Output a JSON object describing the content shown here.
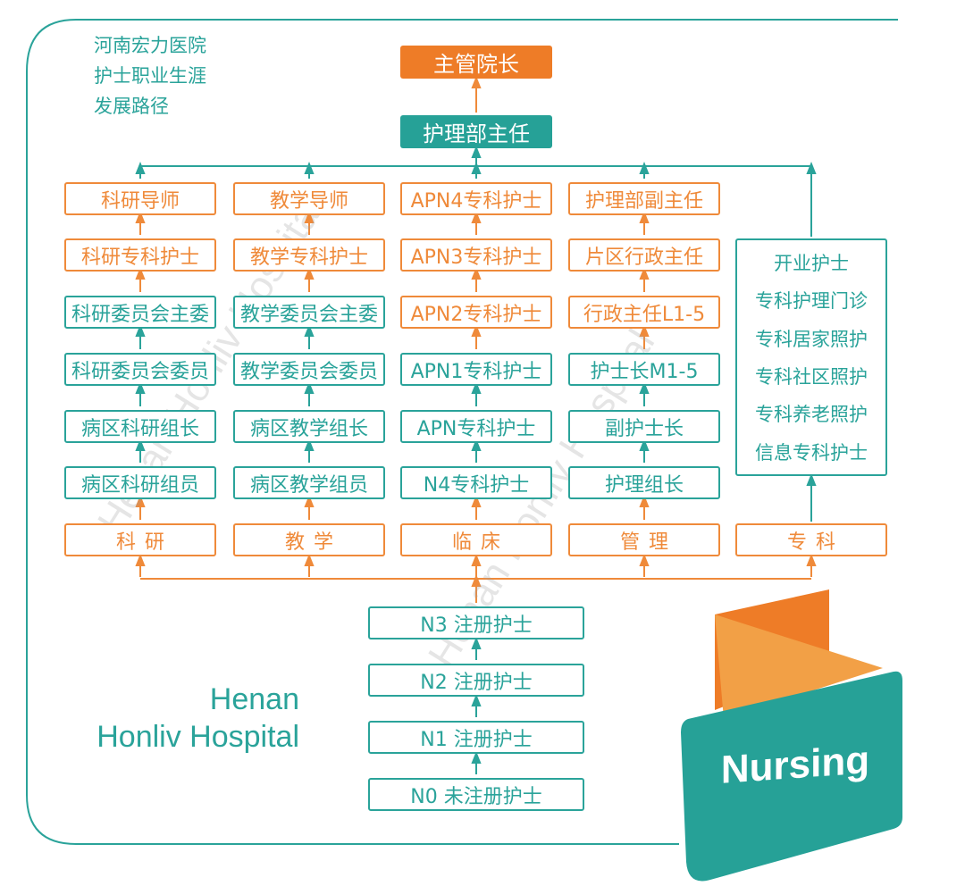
{
  "title_lines": [
    "河南宏力医院",
    "护士职业生涯",
    "发展路径"
  ],
  "top": {
    "director": "主管院长",
    "nursing_head": "护理部主任"
  },
  "columns": {
    "research": [
      "科研导师",
      "科研专科护士",
      "科研委员会主委",
      "科研委员会委员",
      "病区科研组长",
      "病区科研组员"
    ],
    "teaching": [
      "教学导师",
      "教学专科护士",
      "教学委员会主委",
      "教学委员会委员",
      "病区教学组长",
      "病区教学组员"
    ],
    "clinical": [
      "APN4专科护士",
      "APN3专科护士",
      "APN2专科护士",
      "APN1专科护士",
      "APN专科护士",
      "N4专科护士"
    ],
    "management": [
      "护理部副主任",
      "片区行政主任",
      "行政主任L1-5",
      "护士长M1-5",
      "副护士长",
      "护理组长"
    ],
    "specialty": [
      "开业护士",
      "专科护理门诊",
      "专科居家照护",
      "专科社区照护",
      "专科养老照护",
      "信息专科护士"
    ]
  },
  "tracks": [
    "科研",
    "教学",
    "临床",
    "管理",
    "专科"
  ],
  "base_levels": [
    "N3 注册护士",
    "N2 注册护士",
    "N1 注册护士",
    "N0 未注册护士"
  ],
  "brand": {
    "line1": "Henan",
    "line2": "Honliv Hospital",
    "badge": "Nursing",
    "watermark": "Henan Honliv Hospital"
  },
  "colors": {
    "orange": "#ee7c27",
    "teal": "#26a197"
  }
}
